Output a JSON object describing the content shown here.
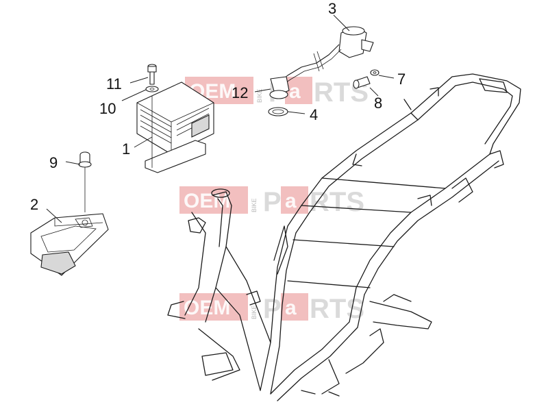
{
  "callouts": [
    {
      "id": "1",
      "label": "1"
    },
    {
      "id": "2",
      "label": "2"
    },
    {
      "id": "3",
      "label": "3"
    },
    {
      "id": "4",
      "label": "4"
    },
    {
      "id": "7",
      "label": "7"
    },
    {
      "id": "8",
      "label": "8"
    },
    {
      "id": "9",
      "label": "9"
    },
    {
      "id": "10",
      "label": "10"
    },
    {
      "id": "11",
      "label": "11"
    },
    {
      "id": "12",
      "label": "12"
    }
  ],
  "watermark": {
    "oem": "OEM",
    "bike": "BIKE",
    "parts_a": "P",
    "parts_b": "a",
    "parts_c": "RTS"
  }
}
